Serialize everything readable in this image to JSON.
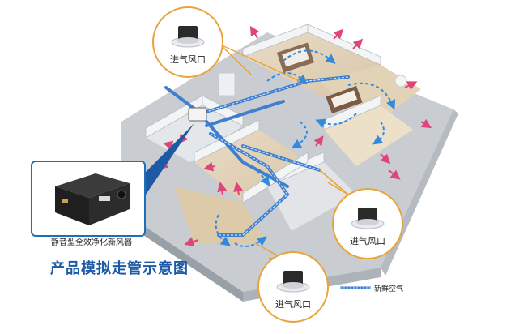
{
  "callouts": [
    {
      "id": "top",
      "label": "进气风口"
    },
    {
      "id": "right",
      "label": "进气风口"
    },
    {
      "id": "bottom",
      "label": "进气风口"
    }
  ],
  "device": {
    "label": "静音型全效净化新风器"
  },
  "title": "产品模拟走管示意图",
  "legend": {
    "label": "新鲜空气"
  },
  "colors": {
    "accent": "#e8a33b",
    "brand_blue": "#1d5aa6",
    "duct": "#3e7fd0",
    "airflow": "#2f8ae0",
    "exhaust": "#e0457a"
  }
}
